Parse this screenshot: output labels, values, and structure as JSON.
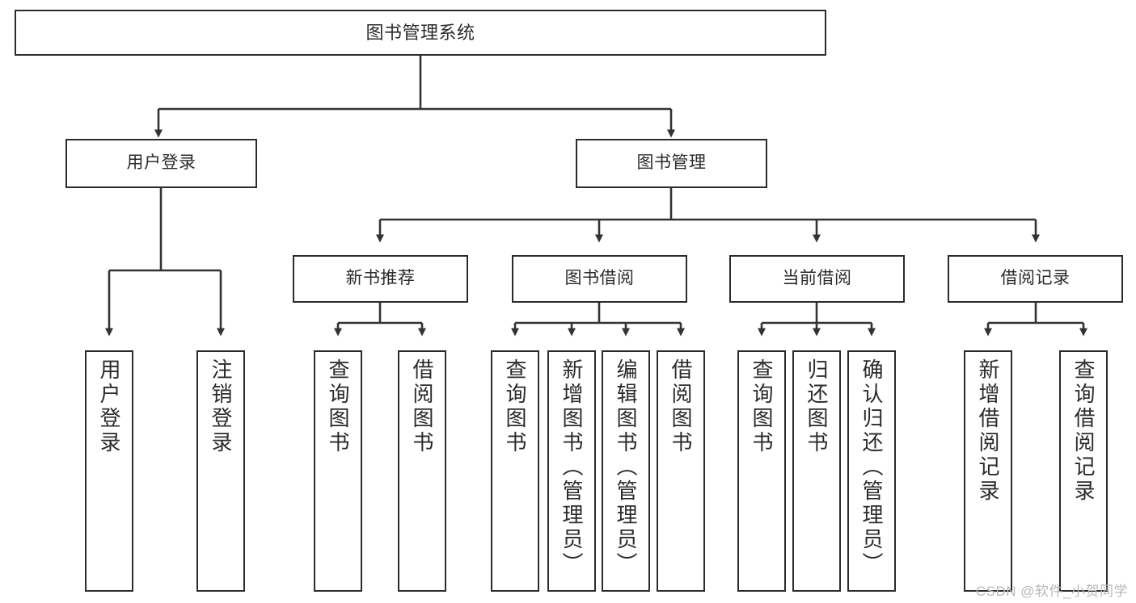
{
  "diagram": {
    "title": "图书管理系统",
    "type": "tree-hierarchy-diagram",
    "colors": {
      "box_border": "#2b2b2b",
      "box_fill": "#ffffff",
      "connector": "#333333",
      "text": "#2b2b2b",
      "background": "#ffffff",
      "watermark": "#b9b9b9"
    },
    "root": {
      "label": "图书管理系统"
    },
    "level2": [
      {
        "label": "用户登录"
      },
      {
        "label": "图书管理"
      }
    ],
    "level3": [
      {
        "label": "新书推荐"
      },
      {
        "label": "图书借阅"
      },
      {
        "label": "当前借阅"
      },
      {
        "label": "借阅记录"
      }
    ],
    "leaves": {
      "user_login": [
        {
          "label": "用户登录"
        },
        {
          "label": "注销登录"
        }
      ],
      "new_book_recommend": [
        {
          "label": "查询图书"
        },
        {
          "label": "借阅图书"
        }
      ],
      "book_borrow": [
        {
          "label": "查询图书"
        },
        {
          "label": "新增图书（管理员）"
        },
        {
          "label": "编辑图书（管理员）"
        },
        {
          "label": "借阅图书"
        }
      ],
      "current_borrow": [
        {
          "label": "查询图书"
        },
        {
          "label": "归还图书"
        },
        {
          "label": "确认归还（管理员）"
        }
      ],
      "borrow_record": [
        {
          "label": "新增借阅记录"
        },
        {
          "label": "查询借阅记录"
        }
      ]
    },
    "watermark": "CSDN @软件_小贺同学"
  }
}
